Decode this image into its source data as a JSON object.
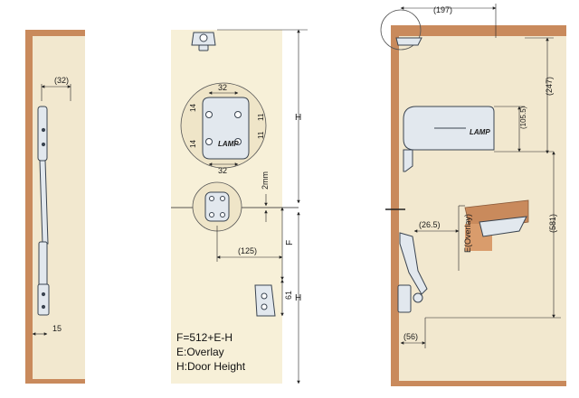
{
  "colors": {
    "cabinet_panel": "#f2e8cf",
    "cabinet_edge": "#c98a5c",
    "door_panel": "#f7f0d8",
    "hardware_fill": "#e2e8ee",
    "hardware_stroke": "#3a4450",
    "dimension_line": "#222222"
  },
  "icons": [
    "lock-icon",
    "screw-icon",
    "brand-logo"
  ],
  "left_view": {
    "dim_top": "(32)",
    "dim_bottom": "15"
  },
  "middle_view": {
    "hinge_dims": {
      "top_width": "32",
      "bottom_width": "32",
      "left_top": "14",
      "left_bottom": "14",
      "right_top": "11",
      "right_bottom": "11"
    },
    "dim_2mm": "2mm",
    "dim_125": "(125)",
    "dim_61": "61",
    "label_H_upper": "H",
    "label_F": "F",
    "label_H_lower": "H",
    "logo_text": "LAMP",
    "notes": [
      "F=512+E-H",
      "E:Overlay",
      "H:Door Height"
    ]
  },
  "right_view": {
    "dim_197": "(197)",
    "dim_247": "(247)",
    "dim_105_5": "(105.5)",
    "dim_581": "(581)",
    "dim_26_5": "(26.5)",
    "label_overlay": "E(Overlay)",
    "dim_56": "(56)",
    "logo_text": "LAMP"
  }
}
